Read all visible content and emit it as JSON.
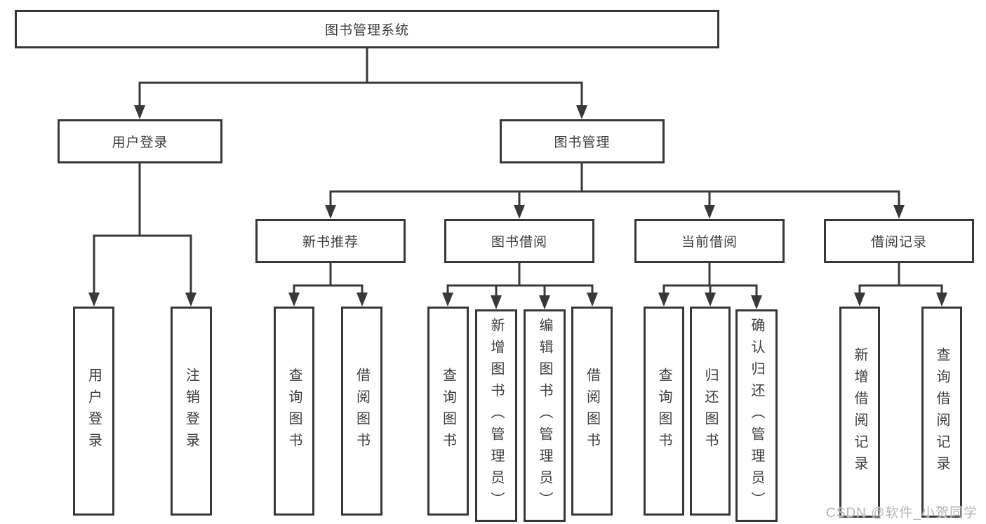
{
  "title": "图书管理系统",
  "colors": {
    "line": "#383838",
    "box_border": "#383838",
    "box_fill": "#ffffff",
    "text": "#3d3d3d",
    "watermark": "#b5b5b5"
  },
  "tree": {
    "root": {
      "label": "图书管理系统",
      "children": [
        {
          "label": "用户登录",
          "children": [
            {
              "label": "用户登录"
            },
            {
              "label": "注销登录"
            }
          ]
        },
        {
          "label": "图书管理",
          "children": [
            {
              "label": "新书推荐",
              "children": [
                {
                  "label": "查询图书"
                },
                {
                  "label": "借阅图书"
                }
              ]
            },
            {
              "label": "图书借阅",
              "children": [
                {
                  "label": "查询图书"
                },
                {
                  "label": "新增图书（管理员）"
                },
                {
                  "label": "编辑图书（管理员）"
                },
                {
                  "label": "借阅图书"
                }
              ]
            },
            {
              "label": "当前借阅",
              "children": [
                {
                  "label": "查询图书"
                },
                {
                  "label": "归还图书"
                },
                {
                  "label": "确认归还（管理员）"
                }
              ]
            },
            {
              "label": "借阅记录",
              "children": [
                {
                  "label": "新增借阅记录"
                },
                {
                  "label": "查询借阅记录"
                }
              ]
            }
          ]
        }
      ]
    }
  },
  "watermark": {
    "text": "CSDN @软件_小贺同学"
  }
}
